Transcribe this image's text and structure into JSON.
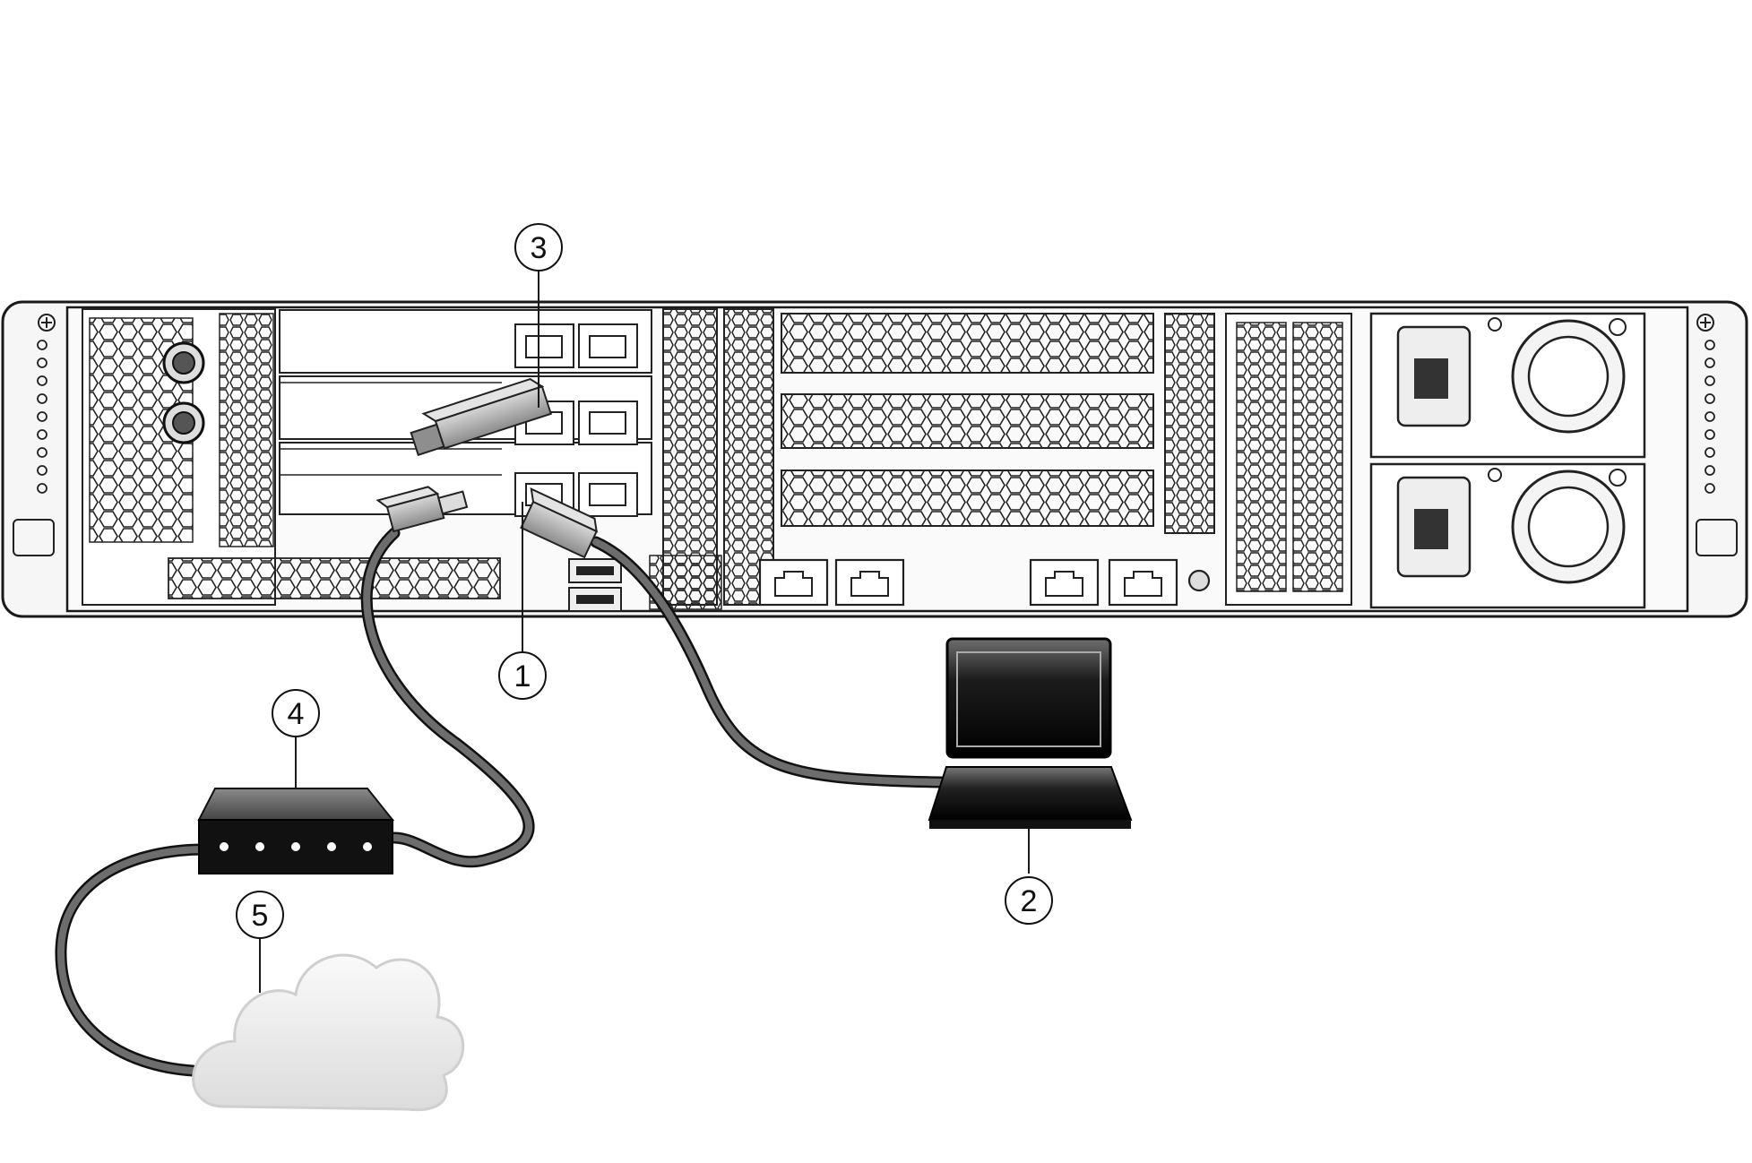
{
  "callouts": [
    {
      "id": "1",
      "label": "1"
    },
    {
      "id": "2",
      "label": "2"
    },
    {
      "id": "3",
      "label": "3"
    },
    {
      "id": "4",
      "label": "4"
    },
    {
      "id": "5",
      "label": "5"
    }
  ],
  "colors": {
    "line": "#1a1a1a",
    "chassis_fill": "#f4f4f4",
    "cable": "#5a5a5a",
    "connector": "#b9b9b9",
    "laptop": "#111111",
    "cloud": "#eeeeee"
  },
  "icons": {
    "server": "server-rear-panel-icon",
    "laptop": "laptop-icon",
    "switch": "network-switch-icon",
    "cloud": "network-cloud-icon",
    "sfp": "sfp-transceiver-icon"
  }
}
